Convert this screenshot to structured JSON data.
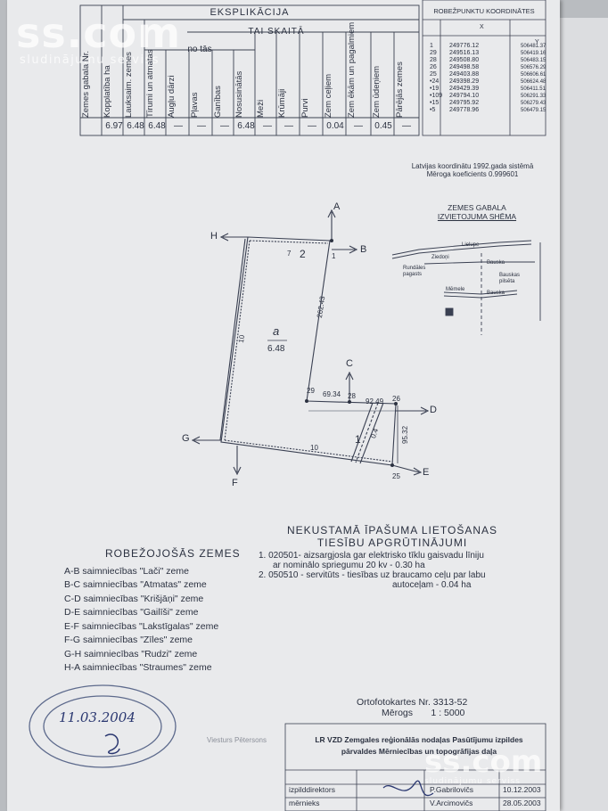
{
  "watermark": {
    "brand": "ss.com",
    "tagline": "sludinājumu serviss"
  },
  "explication": {
    "title": "EKSPLIKĀCIJA",
    "subtitle": "TAI SKAITĀ",
    "no_tas": "no tās",
    "columns": [
      {
        "label": "Zemes gabala Nr.",
        "value": ""
      },
      {
        "label": "Kopplatība ha",
        "value": "6.97"
      },
      {
        "label": "Lauksaim. zemes",
        "value": "6.48"
      },
      {
        "label": "Tīrumi un atmatas",
        "value": "6.48"
      },
      {
        "label": "Augļu dārzi",
        "value": "—"
      },
      {
        "label": "Pļavas",
        "value": "—"
      },
      {
        "label": "Ganības",
        "value": "—"
      },
      {
        "label": "Nosusinātās",
        "value": "6.48"
      },
      {
        "label": "Meži",
        "value": "—"
      },
      {
        "label": "Krūmāji",
        "value": "—"
      },
      {
        "label": "Purvi",
        "value": "—"
      },
      {
        "label": "Zem ceļiem",
        "value": "0.04"
      },
      {
        "label": "Zem ēkām un pagalmiem",
        "value": "—"
      },
      {
        "label": "Zem ūdeņiem",
        "value": "0.45"
      },
      {
        "label": "Pārējās zemes",
        "value": "—"
      }
    ]
  },
  "coordinates": {
    "title": "ROBEŽPUNKTU KOORDINĀTES",
    "x_header": "X",
    "y_header": "Y",
    "rows": [
      {
        "pt": "1",
        "x": "249776.12",
        "y": "506481.37"
      },
      {
        "pt": "29",
        "x": "249516.13",
        "y": "506419.16"
      },
      {
        "pt": "28",
        "x": "249508.80",
        "y": "506483.15"
      },
      {
        "pt": "26",
        "x": "249498.58",
        "y": "506576.29"
      },
      {
        "pt": "25",
        "x": "249403.88",
        "y": "506606.61"
      },
      {
        "pt": "•24",
        "x": "249398.29",
        "y": "506624.48"
      },
      {
        "pt": "•19",
        "x": "249429.39",
        "y": "506411.51"
      },
      {
        "pt": "•109",
        "x": "249794.10",
        "y": "506291.33"
      },
      {
        "pt": "•15",
        "x": "249795.92",
        "y": "506279.43"
      },
      {
        "pt": "•5",
        "x": "249778.96",
        "y": "506479.15"
      }
    ]
  },
  "system_note": {
    "line1": "Latvijas koordinātu 1992.gada sistēmā",
    "line2": "Mēroga koeficients 0.999601"
  },
  "location_scheme": {
    "title1": "ZEMES GABALA",
    "title2": "IZVIETOJUMA SHĒMA",
    "labels": [
      "Lielupe",
      "Ziedoņi",
      "Bauska",
      "Rundāles pagasts",
      "Bauskas pilsēta",
      "Mēmele",
      "Bauska"
    ]
  },
  "plan": {
    "letters": [
      "A",
      "B",
      "C",
      "D",
      "E",
      "F",
      "G",
      "H"
    ],
    "points": [
      "1",
      "29",
      "28",
      "26",
      "25"
    ],
    "dims": [
      "262.43",
      "69.34",
      "92.49",
      "95.32",
      "0.4"
    ],
    "parcel_label": "a",
    "parcel_area": "6.48",
    "parcel_numbers": [
      "2",
      "1"
    ],
    "ditch_labels": [
      "10",
      "10",
      "7"
    ]
  },
  "boundaries": {
    "title": "ROBEŽOJOŠĀS ZEMES",
    "items": [
      "A-B saimniecības \"Lači\" zeme",
      "B-C saimniecības \"Atmatas\" zeme",
      "C-D saimniecības \"Krišjāņi\" zeme",
      "D-E saimniecības \"Gailīši\" zeme",
      "E-F saimniecības \"Lakstīgalas\" zeme",
      "F-G saimniecības \"Zīles\" zeme",
      "G-H saimniecības \"Rudzi\" zeme",
      "H-A saimniecības \"Straumes\" zeme"
    ]
  },
  "rights": {
    "title1": "NEKUSTAMĀ ĪPAŠUMA LIETOŠANAS",
    "title2": "TIESĪBU APGRŪTINĀJUMI",
    "lines": [
      "1. 020501- aizsargjosla gar elektrisko tīklu gaisvadu līniju",
      "ar nominālo spriegumu 20 kv                    - 0.30 ha",
      "2. 050510  - servitūts - tiesības uz braucamo ceļu par labu",
      "autoceļam   - 0.04 ha"
    ]
  },
  "ortho": {
    "line1": "Ortofotokartes Nr. 3313-52",
    "line2": "Mērogs       1 : 5000"
  },
  "stamp": {
    "line1": "LR VZD Zemgales reģionālās nodaļas Pasūtījumu izpildes",
    "line2": "pārvaldes Mērniecības un topogrāfijas daļa",
    "role1": "izpilddirektors",
    "role2": "mērnieks",
    "name1": "P.Gabrilovičs",
    "name2": "V.Arcimovičs",
    "date1": "10.12.2003",
    "date2": "28.05.2003"
  },
  "seal": {
    "handwritten_date": "11.03.2004",
    "name": "Viesturs Pētersons"
  },
  "colors": {
    "paper": "#e9eaec",
    "ink": "#2b3140",
    "background": "#b9bcc0"
  }
}
